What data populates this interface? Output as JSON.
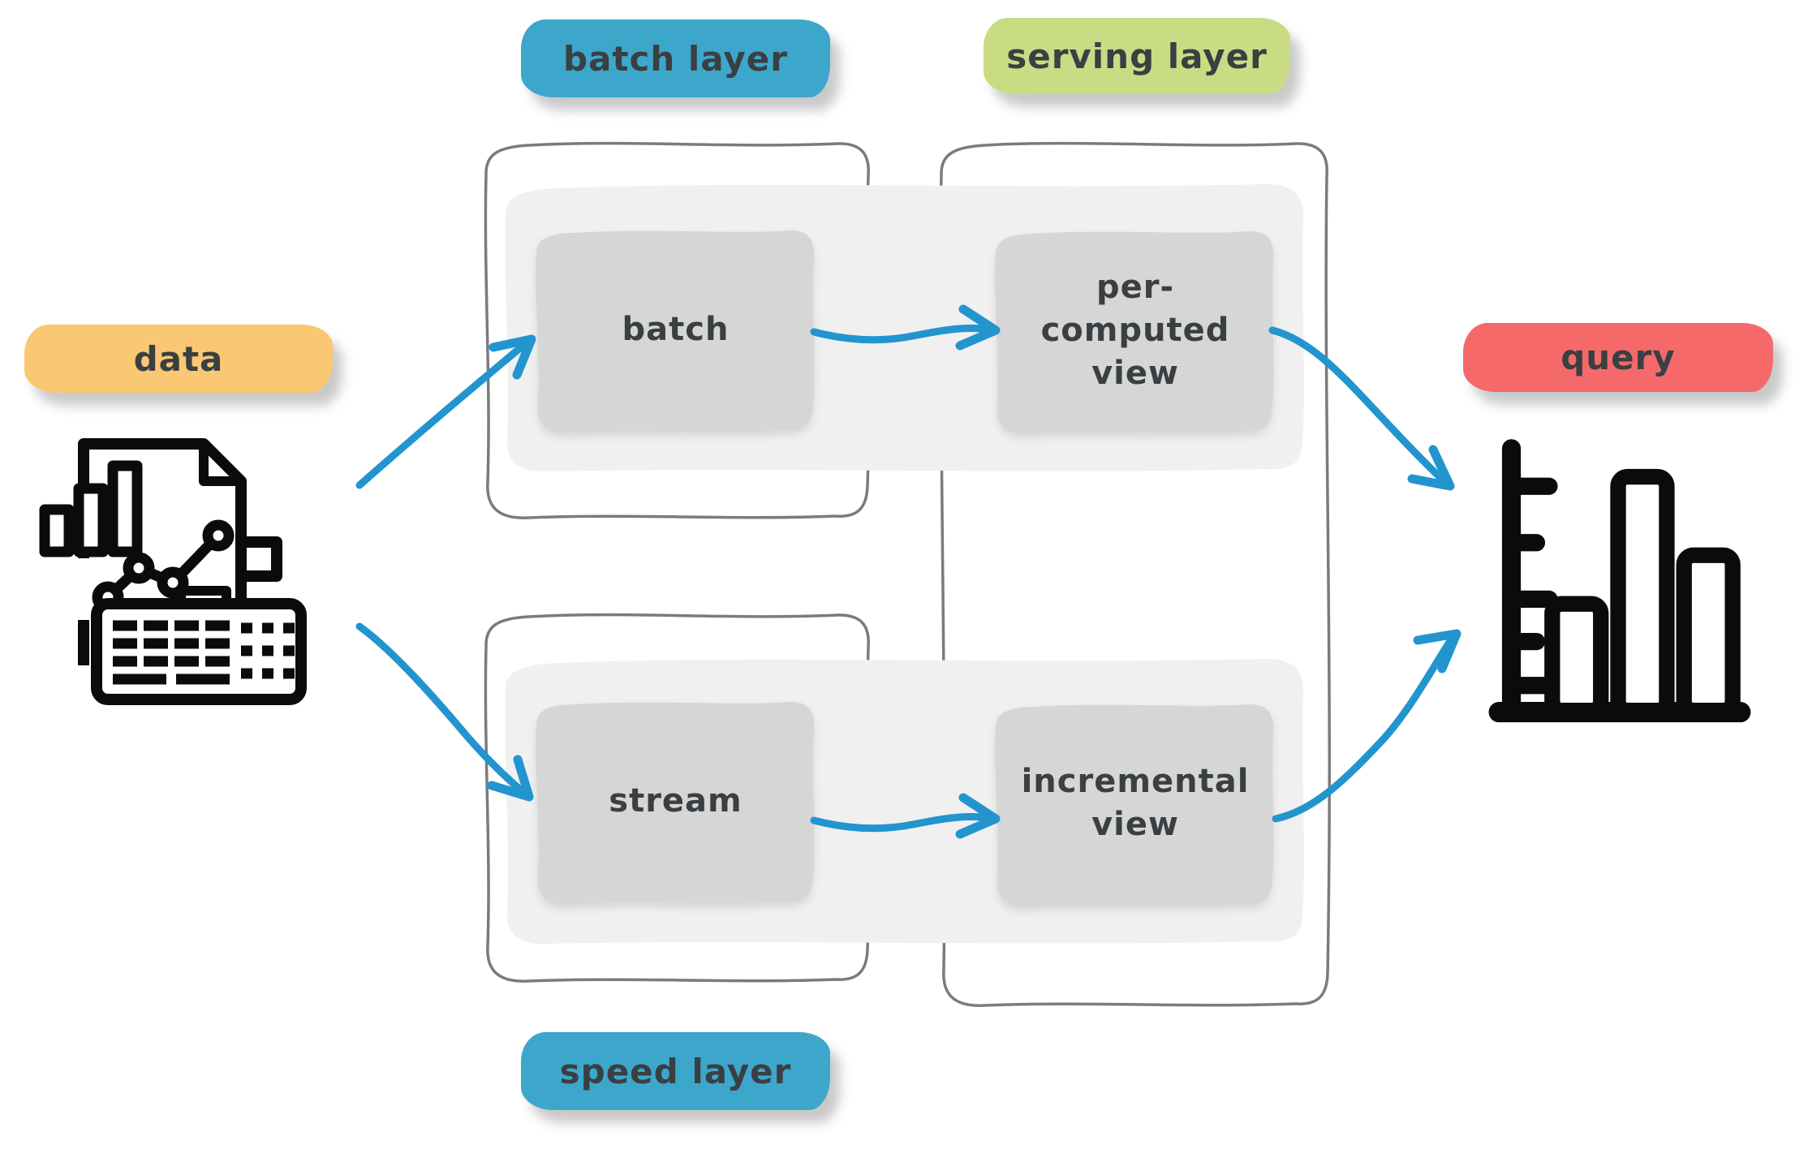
{
  "badges": {
    "data": {
      "label": "data",
      "color": "#FAC872"
    },
    "batch_layer": {
      "label": "batch layer",
      "color": "#3DA7CB"
    },
    "serving_layer": {
      "label": "serving layer",
      "color": "#C9DC84"
    },
    "speed_layer": {
      "label": "speed layer",
      "color": "#3DA7CB"
    },
    "query": {
      "label": "query",
      "color": "#F5696B"
    }
  },
  "nodes": {
    "batch": {
      "label": "batch"
    },
    "per_computed_view": {
      "label": "per-computed view"
    },
    "stream": {
      "label": "stream"
    },
    "incremental_view": {
      "label": "incremental view"
    }
  },
  "icons": {
    "data_icon": "document-chart-keyboard-icon",
    "query_icon": "bar-chart-icon"
  },
  "colors": {
    "arrow": "#2295CE",
    "band": "#F0F0F0",
    "node_fill": "#D6D6D6",
    "container_stroke": "#7B7B7B",
    "text": "#3A3F42",
    "icon": "#0B0B0B",
    "background": "#FFFFFF"
  }
}
